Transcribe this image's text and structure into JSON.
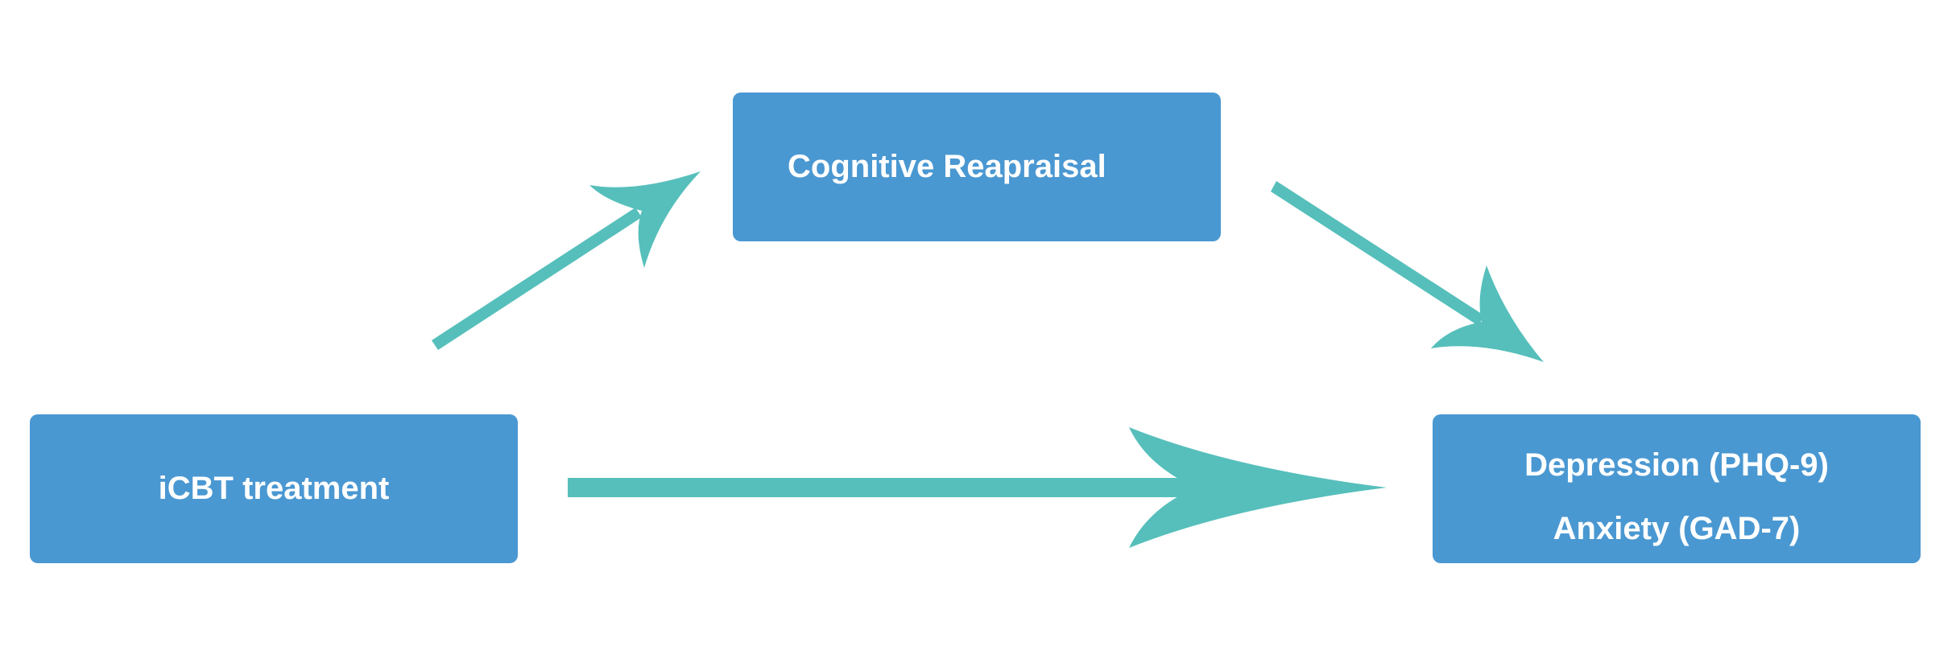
{
  "diagram": {
    "nodes": {
      "treatment": {
        "label": "iCBT treatment"
      },
      "mediator": {
        "label": "Cognitive Reapraisal"
      },
      "outcomes": {
        "labels": [
          "Depression (PHQ-9)",
          "Anxiety (GAD-7)"
        ]
      }
    },
    "edges": [
      {
        "from": "treatment",
        "to": "mediator"
      },
      {
        "from": "mediator",
        "to": "outcomes"
      },
      {
        "from": "treatment",
        "to": "outcomes"
      }
    ],
    "colors": {
      "node_fill": "#4a98d2",
      "node_text": "#ffffff",
      "arrow": "#56bfbb",
      "background": "#ffffff"
    }
  }
}
